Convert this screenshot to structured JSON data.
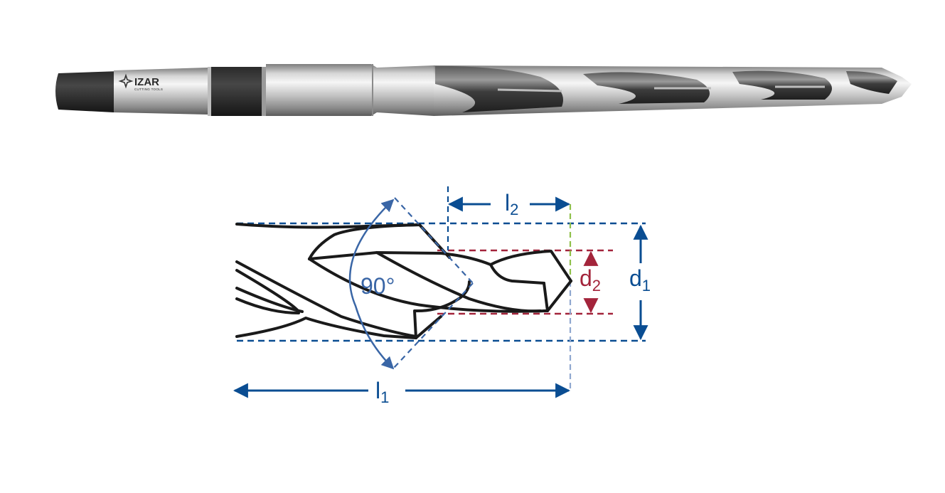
{
  "photo": {
    "brand": "IZAR",
    "brand_tagline": "CUTTING TOOLS"
  },
  "diagram": {
    "angle_label": "90°",
    "dimensions": {
      "l1": {
        "main": "l",
        "sub": "1"
      },
      "l2": {
        "main": "l",
        "sub": "2"
      },
      "d1": {
        "main": "d",
        "sub": "1"
      },
      "d2": {
        "main": "d",
        "sub": "2"
      }
    },
    "colors": {
      "blue": "#0a4d92",
      "angle_blue": "#3a66a6",
      "red": "#a3243b",
      "green": "#8fc04a",
      "outline": "#1a1a1a",
      "shank_dark": "#1e1e1e"
    }
  }
}
